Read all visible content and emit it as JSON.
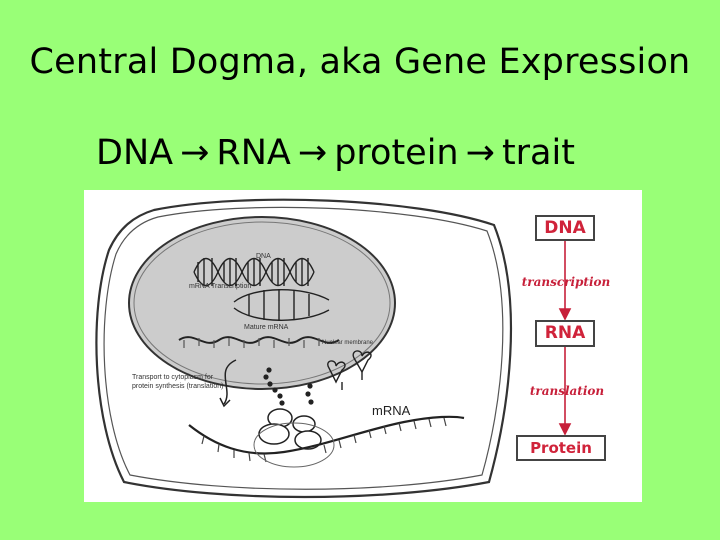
{
  "slide": {
    "title": "Central Dogma, aka Gene Expression",
    "subtitle": {
      "dna": "DNA",
      "rna": "RNA",
      "protein": "protein",
      "trait": "trait",
      "arrow_icon": "right-arrow-icon"
    }
  },
  "flowchart": {
    "dna": "DNA",
    "transcription": "transcription",
    "rna": "RNA",
    "translation": "translation",
    "protein": "Protein",
    "accent_color": "#d0233a"
  },
  "cell_diagram": {
    "dna_label": "DNA",
    "mrna_transcription_label": "mRNA Transcription",
    "mature_mrna_label": "Mature mRNA",
    "nuclear_membrane_label": "Nuclear membrane",
    "transport_label_line1": "Transport to cytoplasm for",
    "transport_label_line2": "protein synthesis (translation)",
    "mrna_label": "mRNA"
  }
}
